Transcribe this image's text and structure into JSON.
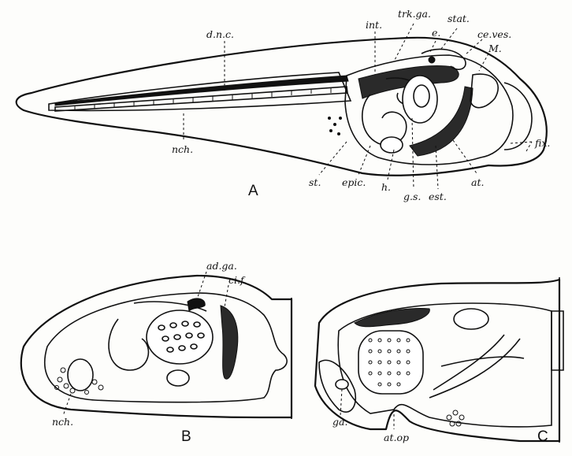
{
  "figure": {
    "panels": [
      "A",
      "B",
      "C"
    ],
    "labels_a": [
      "d.n.c.",
      "int.",
      "trk.ga.",
      "stat.",
      "e.",
      "ce.ves.",
      "M.",
      "fix.",
      "nch.",
      "st.",
      "epic.",
      "h.",
      "g.s.",
      "est.",
      "at."
    ],
    "labels_b": [
      "ad.ga.",
      "ci.f.",
      "nch."
    ],
    "labels_c": [
      "ga.",
      "at.op"
    ]
  }
}
